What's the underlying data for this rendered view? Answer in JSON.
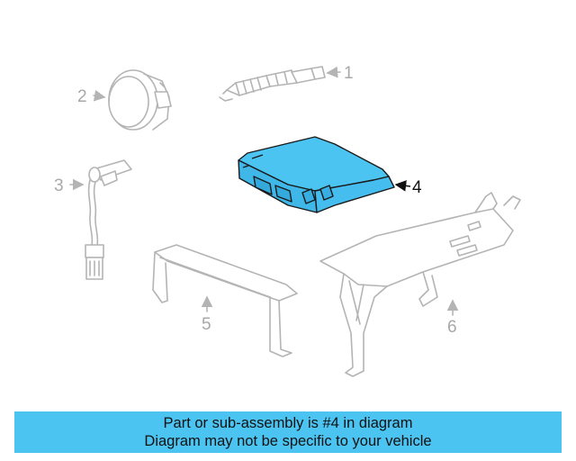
{
  "colors": {
    "highlight": "#4cc4f2",
    "banner": "#4cc4f2",
    "inactive": "#b4b4b4",
    "text": "#111111"
  },
  "callouts": [
    {
      "num": "1",
      "part": "spark-plug"
    },
    {
      "num": "2",
      "part": "mass-air-flow-sensor"
    },
    {
      "num": "3",
      "part": "crankshaft-position-sensor"
    },
    {
      "num": "4",
      "part": "engine-control-module",
      "highlighted": true
    },
    {
      "num": "5",
      "part": "mounting-bracket"
    },
    {
      "num": "6",
      "part": "support-bracket"
    }
  ],
  "banner": {
    "line1": "Part or sub-assembly is #4 in diagram",
    "line2": "Diagram may not be specific to your vehicle"
  }
}
